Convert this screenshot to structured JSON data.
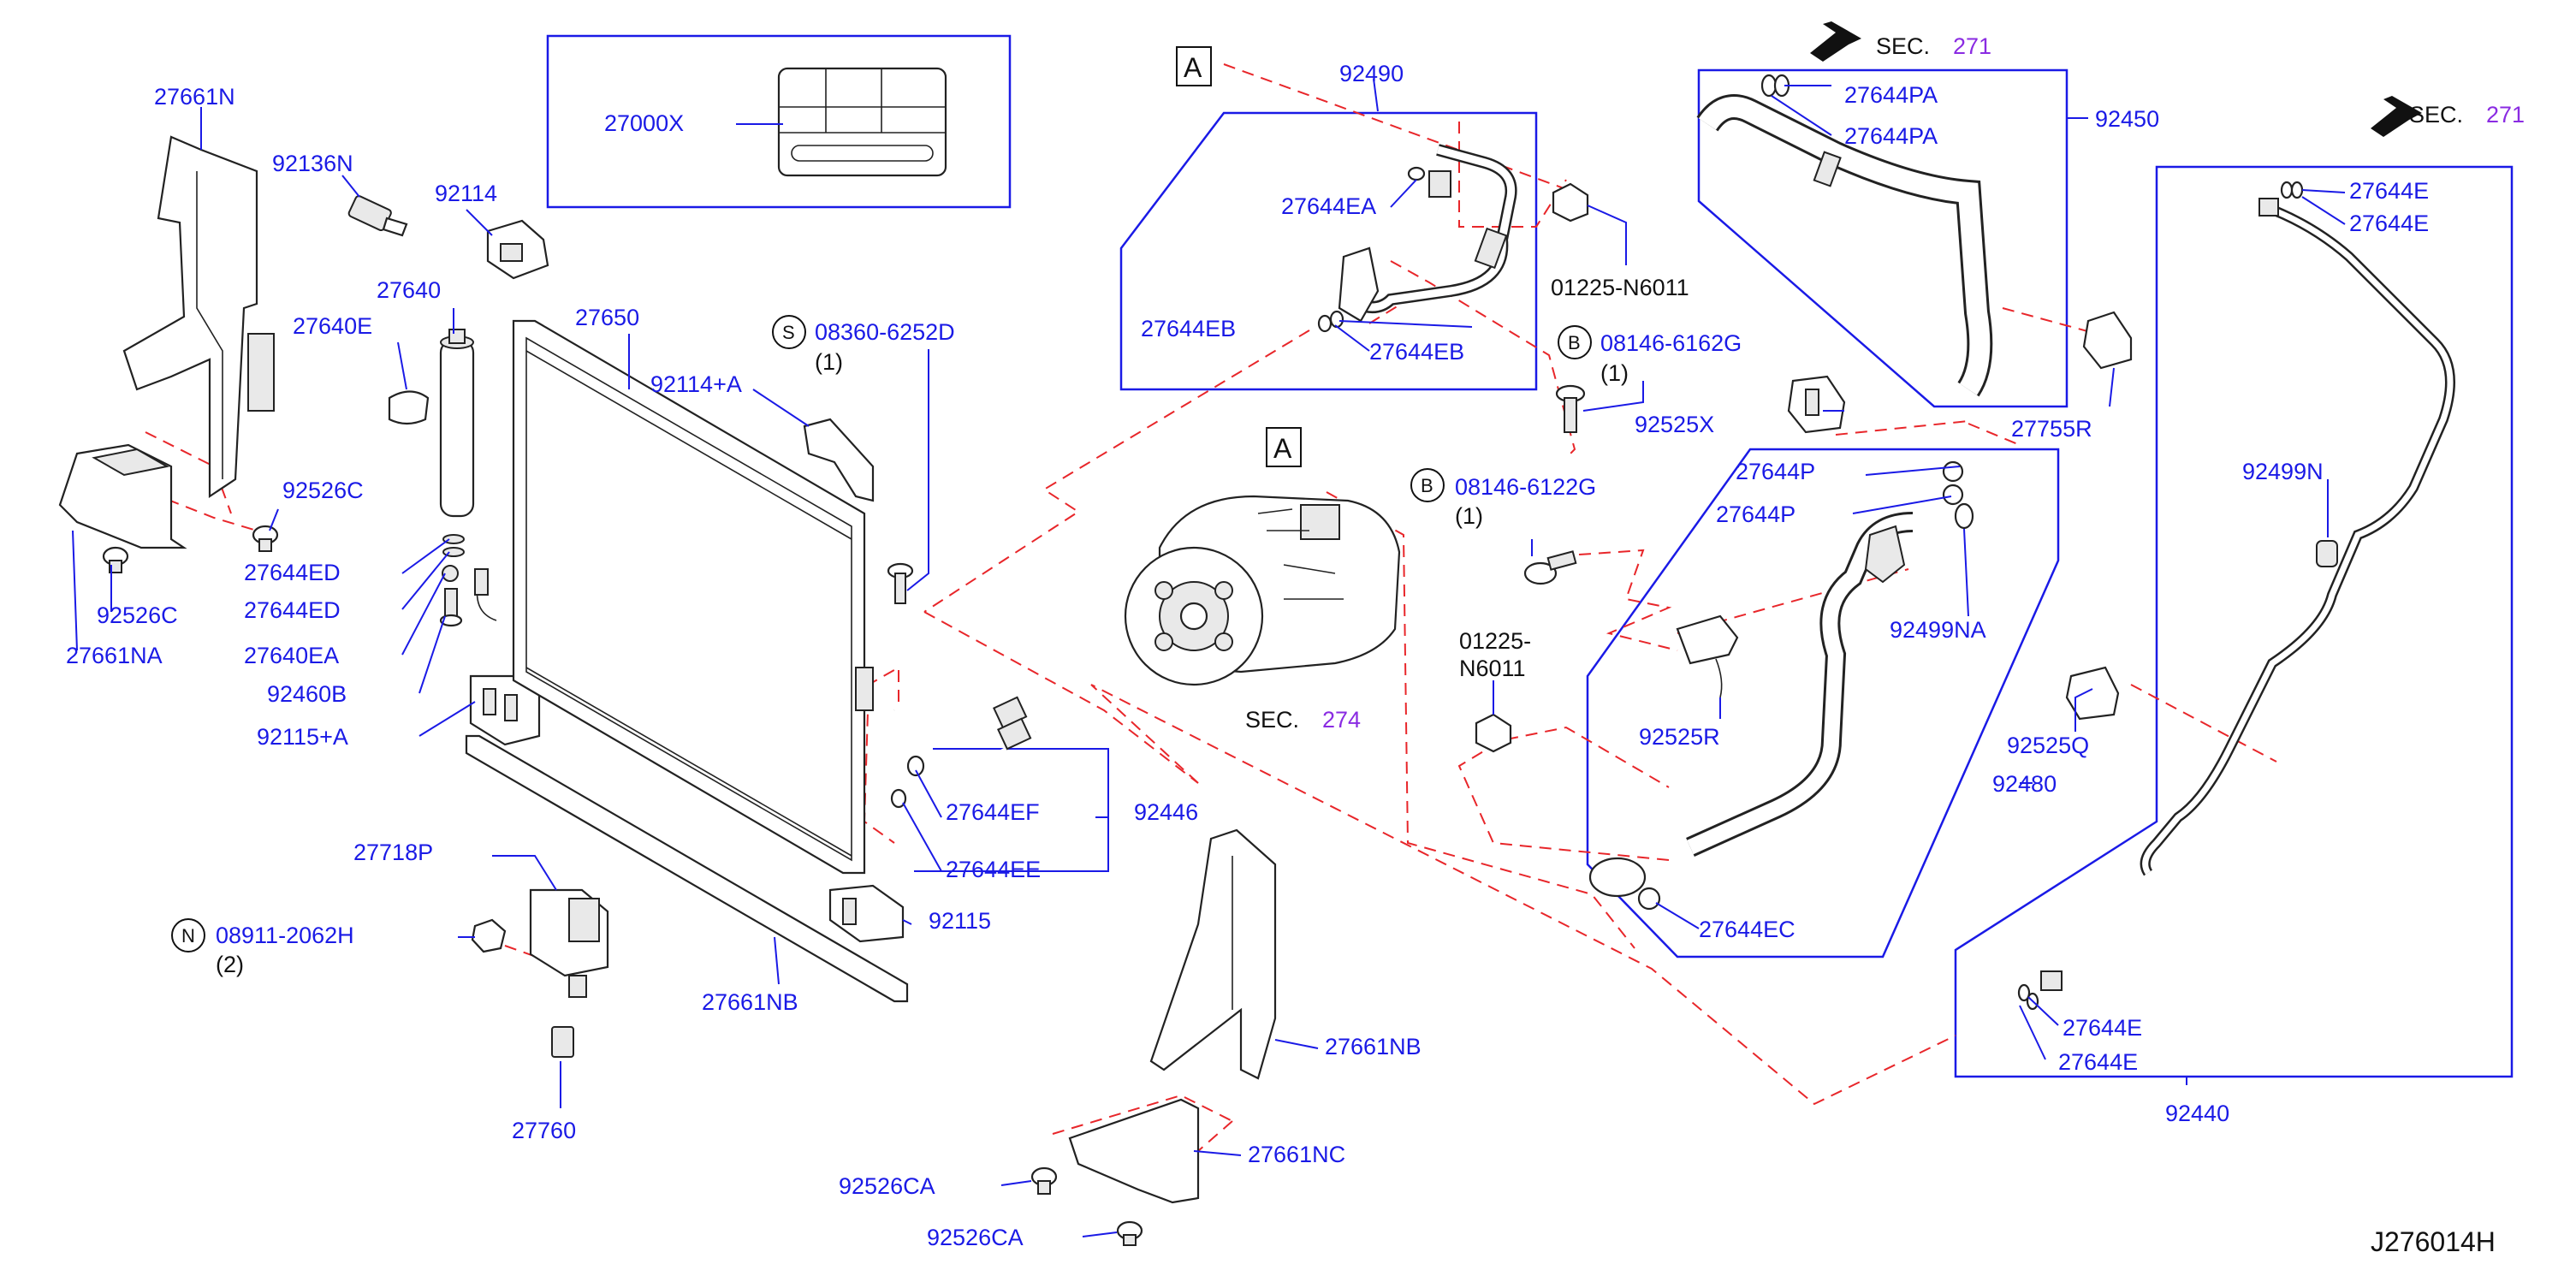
{
  "diagram_id": "J276014H",
  "section_refs": {
    "sec_label": "SEC.",
    "sec_271_a": "271",
    "sec_271_b": "271",
    "sec_274": "274"
  },
  "view_markers": {
    "a1": "A",
    "a2": "A"
  },
  "circle_letters": {
    "s": "S",
    "b1": "B",
    "b2": "B",
    "n": "N"
  },
  "labels": {
    "p27661N": "27661N",
    "p92136N": "92136N",
    "p92114": "92114",
    "p27640": "27640",
    "p27640E": "27640E",
    "p27650": "27650",
    "p92114A": "92114+A",
    "p92526C_r": "92526C",
    "p27644ED_1": "27644ED",
    "p27644ED_2": "27644ED",
    "p27640EA": "27640EA",
    "p92460B": "92460B",
    "p92115A": "92115+A",
    "p92526C_l": "92526C",
    "p27661NA": "27661NA",
    "p27000X": "27000X",
    "p08360": "08360-6252D",
    "p08360_qty": "(1)",
    "p92490": "92490",
    "p27644EA": "27644EA",
    "p27644EB_1": "27644EB",
    "p27644EB_2": "27644EB",
    "p01225_1": "01225-N6011",
    "p08146_6162G": "08146-6162G",
    "p08146_6162G_qty": "(1)",
    "p92525X": "92525X",
    "p08146_6122G": "08146-6122G",
    "p08146_6122G_qty": "(1)",
    "p01225_2a": "01225-",
    "p01225_2b": "N6011",
    "p27644EF": "27644EF",
    "p27644EE": "27644EE",
    "p92446": "92446",
    "p92115": "92115",
    "p27718P": "27718P",
    "p08911": "08911-2062H",
    "p08911_qty": "(2)",
    "p27661NB_1": "27661NB",
    "p27760": "27760",
    "p27661NB_2": "27661NB",
    "p27661NC": "27661NC",
    "p92526CA_1": "92526CA",
    "p92526CA_2": "92526CA",
    "p27644PA_1": "27644PA",
    "p27644PA_2": "27644PA",
    "p92450": "92450",
    "p27755R": "27755R",
    "p27644P_1": "27644P",
    "p27644P_2": "27644P",
    "p92499NA": "92499NA",
    "p92525R": "92525R",
    "p92480": "92480",
    "p27644EC": "27644EC",
    "p27644E_1": "27644E",
    "p27644E_2": "27644E",
    "p92499N": "92499N",
    "p92525Q": "92525Q",
    "p27644E_3": "27644E",
    "p27644E_4": "27644E",
    "p92440": "92440"
  }
}
